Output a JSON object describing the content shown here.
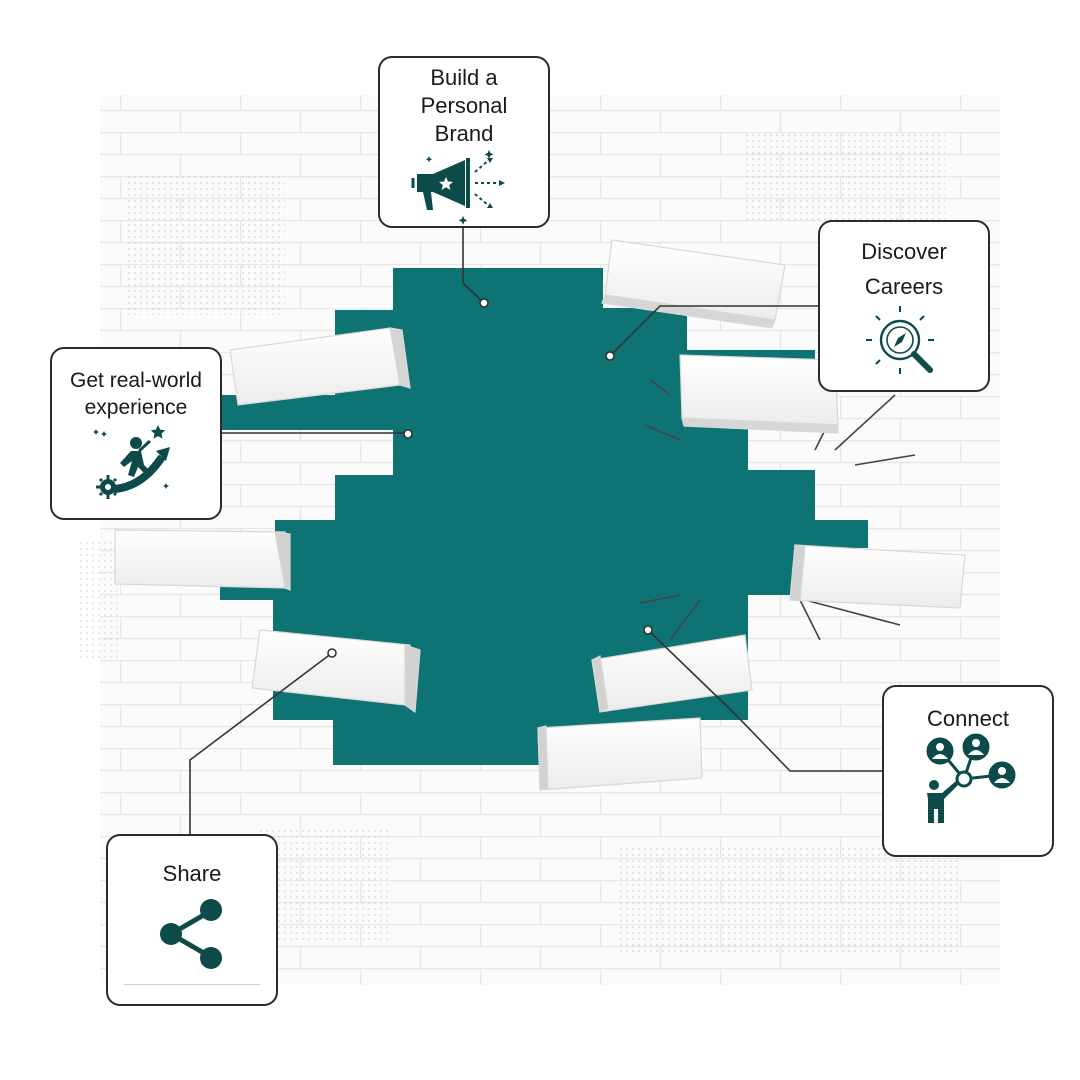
{
  "colors": {
    "teal": "#0e7373",
    "icon": "#0d4a4a",
    "brick": "#f0f0f0",
    "brick_line": "#e2e2e2",
    "card_border": "#2b2b2b",
    "connector": "#333333"
  },
  "cards": {
    "brand": {
      "label": "Build a\nPersonal\nBrand",
      "icon": "megaphone-star-icon"
    },
    "careers": {
      "label": "Discover\nCareers",
      "icon": "magnifier-compass-icon"
    },
    "exp": {
      "label": "Get real-world\nexperience",
      "icon": "person-climbing-arrow-icon"
    },
    "connect": {
      "label": "Connect",
      "icon": "network-people-icon"
    },
    "share": {
      "label": "Share",
      "icon": "share-icon"
    }
  }
}
